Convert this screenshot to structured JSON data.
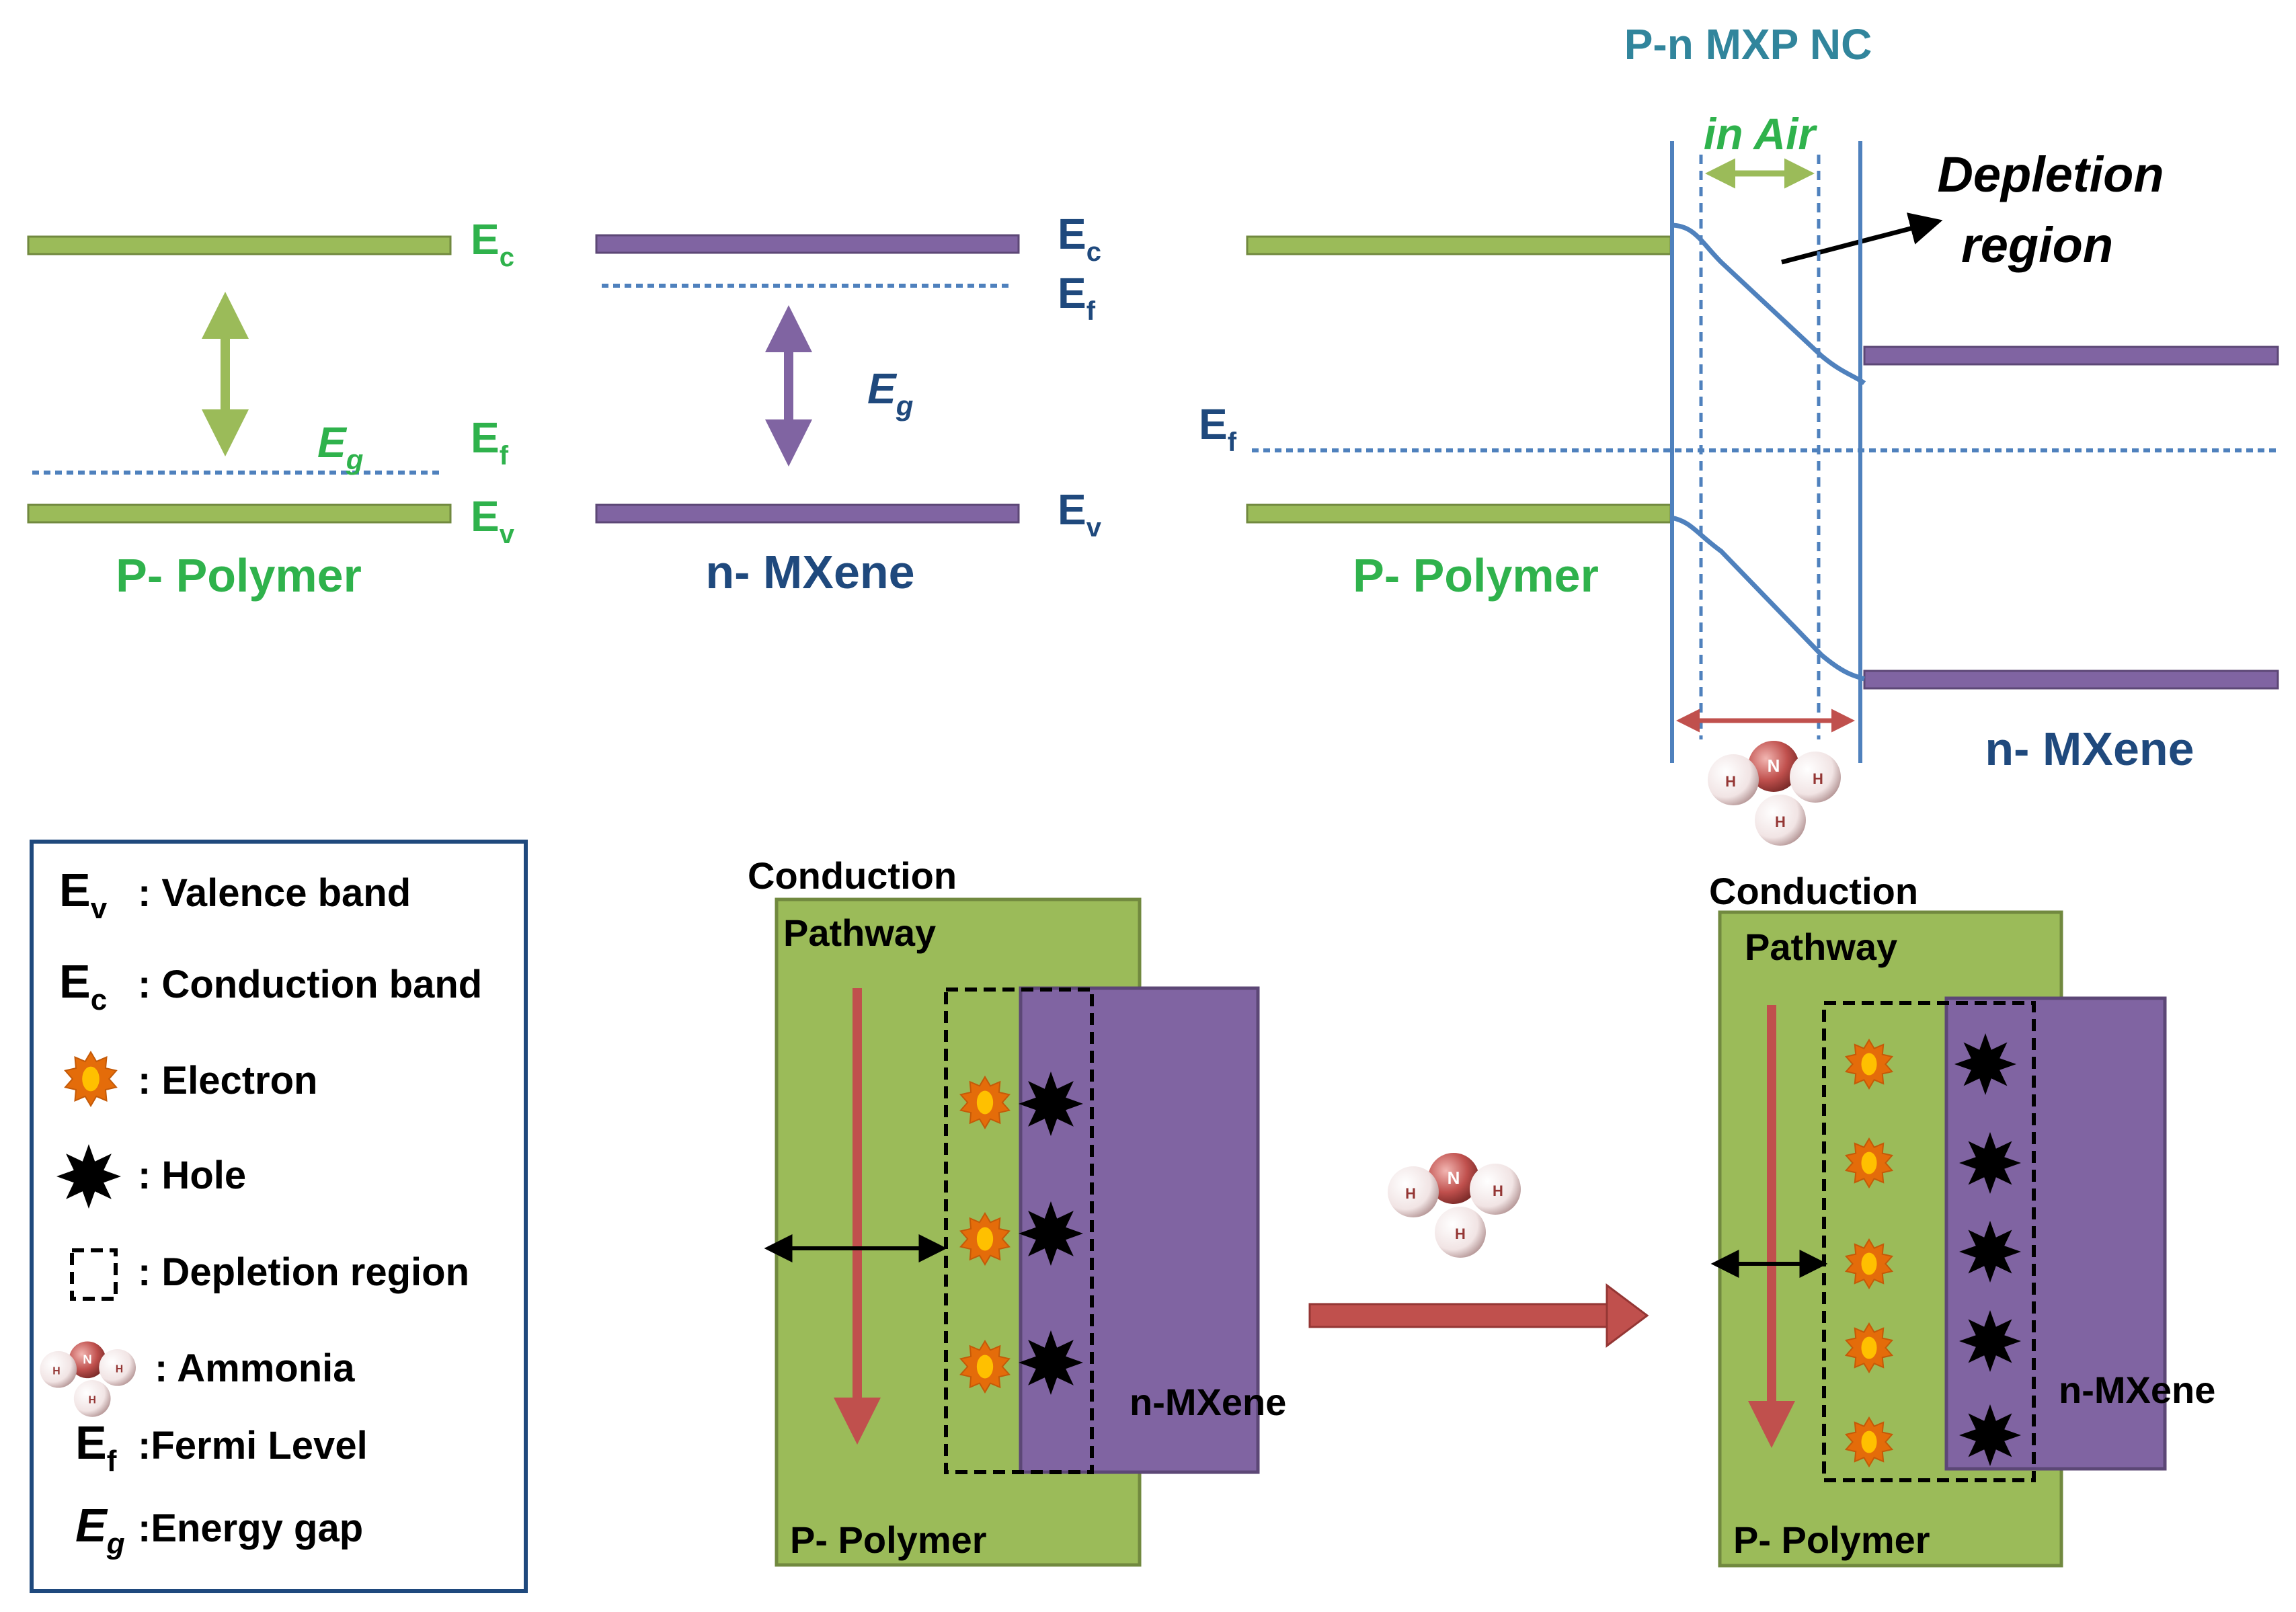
{
  "colors": {
    "green": "#9bbb59",
    "green_stroke": "#71893f",
    "green_text": "#2fb24c",
    "purple": "#8064a2",
    "purple_stroke": "#5c4776",
    "navy": "#1f497d",
    "teal": "#31859c",
    "band_blue": "#4f81bd",
    "red": "#c0504d",
    "dark_red": "#943634",
    "orange": "#e46c0a",
    "black": "#000000"
  },
  "panel_p_polymer": {
    "ec": "E",
    "ec_sub": "c",
    "ef": "E",
    "ef_sub": "f",
    "ev": "E",
    "ev_sub": "v",
    "eg": "E",
    "eg_sub": "g",
    "name": "P- Polymer"
  },
  "panel_n_mxene": {
    "ec": "E",
    "ec_sub": "c",
    "ef": "E",
    "ef_sub": "f",
    "ev": "E",
    "ev_sub": "v",
    "eg": "E",
    "eg_sub": "g",
    "name": "n- MXene"
  },
  "junction": {
    "title": "P-n  MXP NC",
    "in_air": "in Air",
    "depletion_line1": "Depletion",
    "depletion_line2": "region",
    "ef": "E",
    "ef_sub": "f",
    "p_name": "P- Polymer",
    "n_name": "n- MXene"
  },
  "ammonia_atoms": {
    "n": "N",
    "h": "H"
  },
  "legend": {
    "ev_symbol": "E",
    "ev_sub": "v",
    "ev_text": ": Valence band",
    "ec_symbol": "E",
    "ec_sub": "c",
    "ec_text": ": Conduction band",
    "electron_text": ": Electron",
    "hole_text": ": Hole",
    "depletion_text": ": Depletion region",
    "ammonia_text": ": Ammonia",
    "ef_symbol": "E",
    "ef_sub": "f",
    "ef_text": ":Fermi Level",
    "eg_symbol": "E",
    "eg_sub": "g",
    "eg_text": ":Energy gap"
  },
  "before_exposure": {
    "conduction": "Conduction",
    "pathway": "Pathway",
    "p_polymer": "P- Polymer",
    "n_mxene": "n-MXene"
  },
  "after_exposure": {
    "conduction": "Conduction",
    "pathway": "Pathway",
    "p_polymer": "P- Polymer",
    "n_mxene": "n-MXene"
  }
}
